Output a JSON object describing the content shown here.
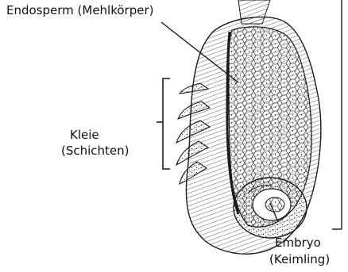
{
  "labels": {
    "endosperm": "Endosperm (Mehlkörper)",
    "bran_line1": "Kleie",
    "bran_line2": "(Schichten)",
    "embryo_line1": "Embryo",
    "embryo_line2": "(Keimling)"
  },
  "colors": {
    "ink": "#1a1a1a",
    "background": "#ffffff"
  }
}
